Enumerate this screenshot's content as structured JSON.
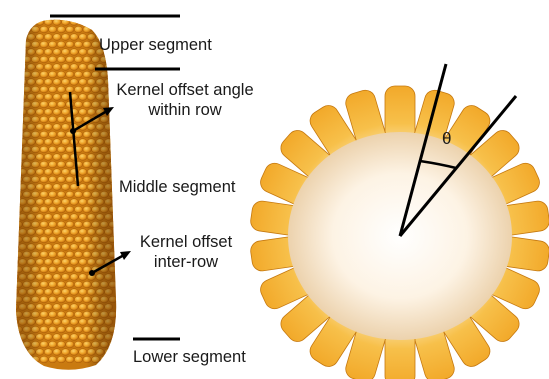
{
  "labels": {
    "upper_segment": "Upper segment",
    "kernel_offset_angle_line1": "Kernel offset angle",
    "kernel_offset_angle_line2": "within row",
    "middle_segment": "Middle segment",
    "kernel_offset_inter_line1": "Kernel offset",
    "kernel_offset_inter_line2": "inter-row",
    "lower_segment": "Lower segment",
    "angle_symbol": "θ"
  },
  "colors": {
    "kernel_light": "#f6bd3a",
    "kernel_mid": "#e9961a",
    "kernel_dark": "#b8640a",
    "cob_center": "#fffaf2",
    "cob_edge": "#f3ddbf",
    "line": "#000000",
    "text": "#1a1a1a"
  },
  "icons": [
    "corn-ear-image",
    "corn-cross-section-image"
  ]
}
